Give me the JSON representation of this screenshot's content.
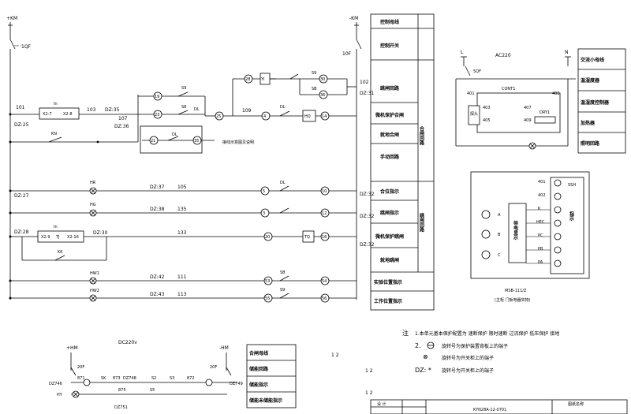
{
  "bus": {
    "left_pos": "+KM",
    "right_neg": "-KM",
    "qf_left": "1QF",
    "qf_right": "10F",
    "ac_label": "AC220",
    "dc_label": "DC220v"
  },
  "terminals": {
    "dz25": "DZ:25",
    "dz35": "DZ:35",
    "dz36": "DZ:36",
    "dz31": "DZ:31",
    "dz27": "DZ:27",
    "dz37": "DZ:37",
    "dz32a": "DZ:32",
    "dz38a": "DZ:38",
    "dz32b": "DZ:32",
    "dz28": "DZ:28",
    "dz30": "DZ:30",
    "dz32c": "DZ:32",
    "dz42": "DZ:42",
    "dz43": "DZ:43",
    "dz746": "DZ746",
    "dz749": "DZ749",
    "dz751": "DZ751",
    "dz748": "DZ748"
  },
  "wires": {
    "w101": "101",
    "w103": "103",
    "w107": "107",
    "w109": "109",
    "w102": "102",
    "w105": "105",
    "w135": "135",
    "w133": "133",
    "w111": "111",
    "w113": "113",
    "w401": "401",
    "w402": "402",
    "w403": "403",
    "w405": "405",
    "w407": "407",
    "w409": "409",
    "w871": "871",
    "w873": "873",
    "w875": "875",
    "w872": "872",
    "w401b": "401",
    "w402b": "402"
  },
  "devices": {
    "x27": "X2-7",
    "x28": "X2-8",
    "kn": "KN",
    "s9": "S9",
    "s8": "S8",
    "dl1": "DL",
    "dl2": "DL",
    "dl3": "DL",
    "dl4": "DL",
    "yi": "YI",
    "hq": "HQ",
    "s9b": "S9",
    "sb": "SB",
    "hr": "HR",
    "hg": "HG",
    "x29": "X2-9",
    "tj": "TJ",
    "x216": "X2-16",
    "kk": "KK",
    "tq": "TQ",
    "hw1": "HW1",
    "hw2": "HW2",
    "sb2": "SB",
    "s9c": "S9",
    "in1": "In",
    "in2": "In",
    "l": "L",
    "n": "N",
    "sqf": "5QF",
    "cont1": "CONT1",
    "dry1": "DRY1",
    "ssh": "SSH",
    "a": "A",
    "b": "B",
    "c": "C",
    "k": "K",
    "hec": "HEC",
    "pc": "PC",
    "pb": "PB",
    "pa": "PA",
    "hm": "+HM",
    "hmneg": "-HM",
    "f20a": "20F",
    "f20b": "20F",
    "sk": "SK",
    "s2": "S2",
    "s3": "S3",
    "s5": "S5",
    "hy": "HY",
    "circle_marker": "⊗",
    "dz_marker": "DZ: *"
  },
  "right_table": {
    "rows": [
      "控制母线",
      "控制开关",
      "跳闸回路",
      "微机保护合闸",
      "就地合闸",
      "手动回路",
      "合位指示",
      "跳闸指示",
      "微机保护跳闸",
      "就地跳闸",
      "实验位置指示",
      "工作位置指示"
    ],
    "group1": "合闸回路",
    "group2": "跳闸回路"
  },
  "ac_table": {
    "rows": [
      "交流小母线",
      "温湿度器",
      "温湿度控制器",
      "加热器",
      "照明回路"
    ]
  },
  "cont_labels": {
    "probe": "探头",
    "note": "接线示意图见说明",
    "module_top": "MSB-111/Z",
    "module_caption": "(主柜 门板电器实物)",
    "module_sub": "带电显示",
    "indicator_side": "指示"
  },
  "notes": {
    "title": "注",
    "line1": "1.本单元基本保护配置为 速断保护 限时速断 过流保护 低压保护 接地",
    "line2_num": "2.",
    "line2": "旋转号为保护装置背板上的端子",
    "line3": "旋转号为开关柜上的端子",
    "line4": "旋转号为开关柜上的端子",
    "nums_a": "1  2",
    "nums_b": "1     2",
    "nums_c": "1     2"
  },
  "bottom_table": {
    "rows": [
      "合闸母线",
      "储能回路",
      "储能指示",
      "储能未储能指示"
    ]
  },
  "title_block": {
    "col1": "设 计",
    "col2": "",
    "drawing": "KYN28A-12-0701",
    "name": "图纸名称"
  }
}
